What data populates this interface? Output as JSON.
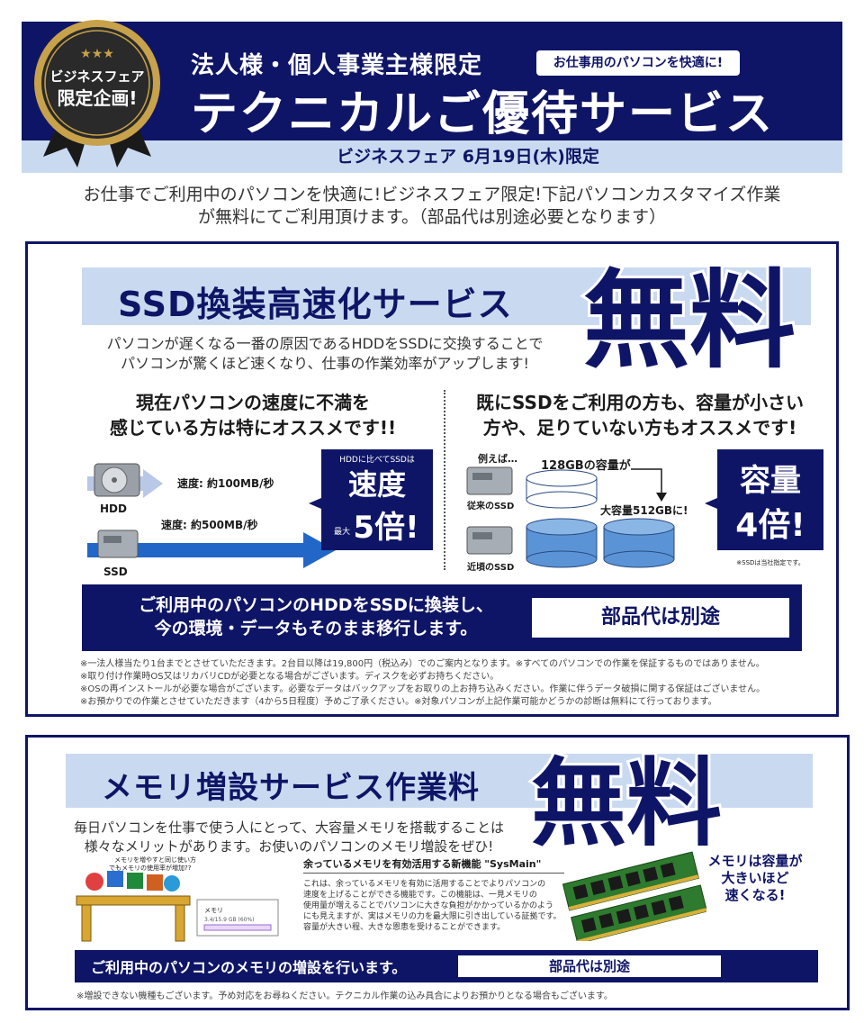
{
  "header": {
    "medal_line1": "ビジネスフェア",
    "medal_line2": "限定企画!",
    "medal_stars": "★★★",
    "line1": "法人様・個人事業主様限定",
    "pill": "お仕事用のパソコンを快適に!",
    "line2": "テクニカルご優待サービス",
    "sub": "ビジネスフェア 6月19日(木)限定"
  },
  "intro": {
    "line1": "お仕事でご利用中のパソコンを快適に!ビジネスフェア限定!下記パソコンカスタマイズ作業",
    "line2": "が無料にてご利用頂けます。（部品代は別途必要となります）"
  },
  "ssd": {
    "title": "SSD換装高速化サービス",
    "free": "無料",
    "desc1": "パソコンが遅くなる一番の原因であるHDDをSSDに交換することで",
    "desc2": "パソコンが驚くほど速くなり、仕事の作業効率がアップします!",
    "left_head1": "現在パソコンの速度に不満を",
    "left_head2": "感じている方は特にオススメです!!",
    "right_head1": "既にSSDをご利用の方も、容量が小さい",
    "right_head2": "方や、足りていない方もオススメです!",
    "hdd_label": "HDD",
    "ssd_label": "SSD",
    "hdd_speed": "速度: 約100MB/秒",
    "ssd_speed": "速度: 約500MB/秒",
    "speed_badge_small": "HDDに比べてSSDは",
    "speed_badge_big1": "速度",
    "speed_badge_max": "最大",
    "speed_badge_big2": "5倍!",
    "example": "例えば…",
    "cap_small": "128GBの容量が",
    "cap_large": "大容量512GBに!",
    "old_ssd": "従来のSSD",
    "new_ssd": "近頃のSSD",
    "cap_badge1": "容量",
    "cap_badge2": "4倍!",
    "cap_badge_note": "※SSDは当社指定です。",
    "bar1": "ご利用中のパソコンのHDDをSSDに換装し、",
    "bar2": "今の環境・データもそのまま移行します。",
    "parts": "部品代は別途",
    "notes": [
      "※一法人様当たり1台までとさせていただきます。2台目以降は19,800円（税込み）でのご案内となります。※すべてのパソコンでの作業を保証するものではありません。",
      "※取り付け作業時OS又はリカバリCDが必要となる場合がございます。ディスクを必ずお持ちください。",
      "※OSの再インストールが必要な場合がございます。必要なデータはバックアップをお取りの上お持ち込みください。作業に伴うデータ破損に関する保証はございません。",
      "※お預かりでの作業とさせていただきます（4から5日程度）予めご了承ください。※対象パソコンが上記作業可能かどうかの診断は無料にて行っております。"
    ]
  },
  "memory": {
    "title": "メモリ増設サービス作業料",
    "free": "無料",
    "desc1": "毎日パソコンを仕事で使う人にとって、大容量メモリを搭載することは",
    "desc2": "様々なメリットがあります。お使いのパソコンのメモリ増設をぜひ!",
    "desk_caption1": "メモリを増やすと同じ使い方",
    "desk_caption2": "でもメモリの使用率が増加??",
    "mem_label": "メモリ",
    "mem_value": "3.4/15.9 GB (60%)",
    "sysmain_title": "余っているメモリを有効活用する新機能 \"SysMain\"",
    "sysmain_body": [
      "これは、余っているメモリを有効に活用することでよりパソコンの",
      "速度を上げることができる機能です。この機能は、一見メモリの",
      "使用量が増えることでパソコンに大きな負担がかかっているかのよう",
      "にも見えますが、実はメモリの力を最大限に引き出している証拠です。",
      "容量が大きい程、大きな恩恵を受けることができます。"
    ],
    "bubble1": "メモリは容量が",
    "bubble2": "大きいほど",
    "bubble3": "速くなる!",
    "bar": "ご利用中のパソコンのメモリの増設を行います。",
    "parts": "部品代は別途",
    "note": "※増設できない機種もございます。予め対応をお尋ねください。テクニカル作業の込み具合によりお預かりとなる場合もございます。"
  }
}
